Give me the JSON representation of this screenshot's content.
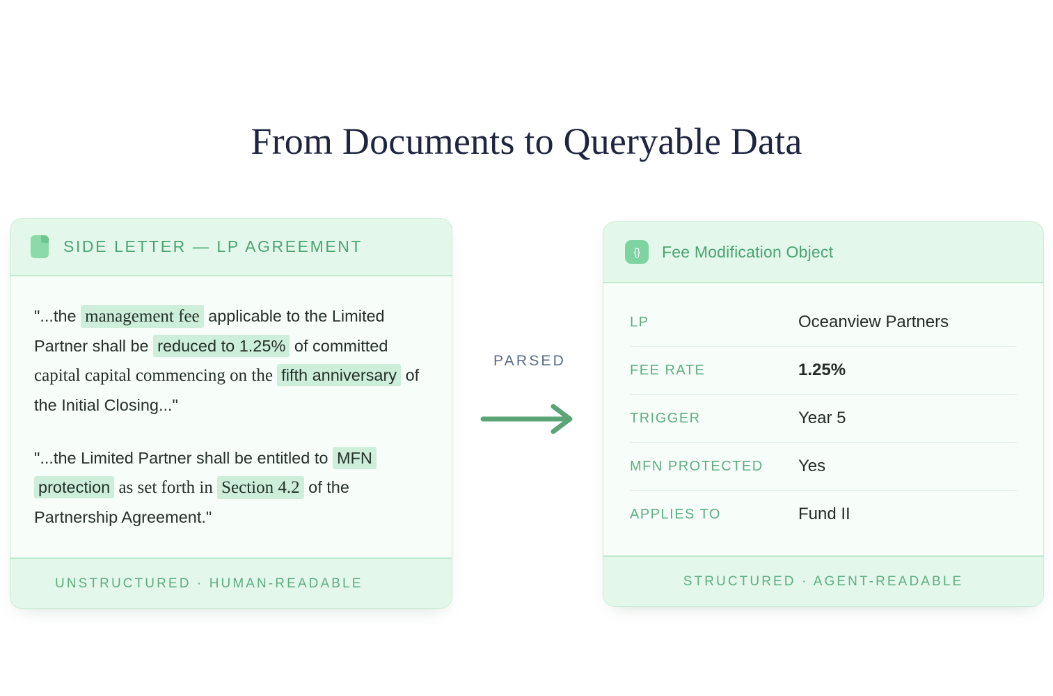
{
  "page": {
    "title": "From Documents to Queryable Data"
  },
  "source_card": {
    "icon": "document-icon",
    "header_title": "SIDE LETTER — LP AGREEMENT",
    "footer_text": "UNSTRUCTURED · HUMAN-READABLE",
    "paragraphs": [
      {
        "segments": [
          {
            "text": "\"...the ",
            "style": "plain"
          },
          {
            "text": "management fee",
            "style": "highlight-serif"
          },
          {
            "text": " applicable to the Limited Partner shall be ",
            "style": "plain"
          },
          {
            "text": "reduced to 1.25%",
            "style": "highlight"
          },
          {
            "text": " of committed ",
            "style": "plain"
          },
          {
            "text": "capital capital commencing on the ",
            "style": "serif"
          },
          {
            "text": "fifth anniversary",
            "style": "highlight"
          },
          {
            "text": " of the Initial Closing...\"",
            "style": "plain"
          }
        ]
      },
      {
        "segments": [
          {
            "text": "\"...the Limited Partner shall be entitled to ",
            "style": "plain"
          },
          {
            "text": "MFN protection",
            "style": "highlight"
          },
          {
            "text": " as set forth in ",
            "style": "serif"
          },
          {
            "text": "Section 4.2",
            "style": "highlight-serif"
          },
          {
            "text": " of the Partnership Agreement.\"",
            "style": "plain"
          }
        ]
      }
    ]
  },
  "connector": {
    "label": "PARSED",
    "arrow": "arrow-right-icon"
  },
  "output_card": {
    "icon": "braces-icon",
    "badge_glyph": "{}",
    "header_title": "Fee Modification Object",
    "footer_text": "STRUCTURED · AGENT-READABLE",
    "rows": [
      {
        "label": "LP",
        "value": "Oceanview Partners",
        "bold": false
      },
      {
        "label": "FEE RATE",
        "value": "1.25%",
        "bold": true
      },
      {
        "label": "TRIGGER",
        "value": "Year 5",
        "bold": false
      },
      {
        "label": "MFN PROTECTED",
        "value": "Yes",
        "bold": false
      },
      {
        "label": "APPLIES TO",
        "value": "Fund II",
        "bold": false
      }
    ]
  },
  "colors": {
    "accent_green": "#7ed4a0",
    "label_green": "#5cae7f",
    "title_green": "#4aa471",
    "highlight": "#cdeedb",
    "card_bg": "#f7fdf9",
    "header_bg": "#e3f7ea",
    "border": "#c9ecd6",
    "title_navy": "#1f2440",
    "parsed_slate": "#5a6b86",
    "arrow_green": "#5ba475"
  }
}
